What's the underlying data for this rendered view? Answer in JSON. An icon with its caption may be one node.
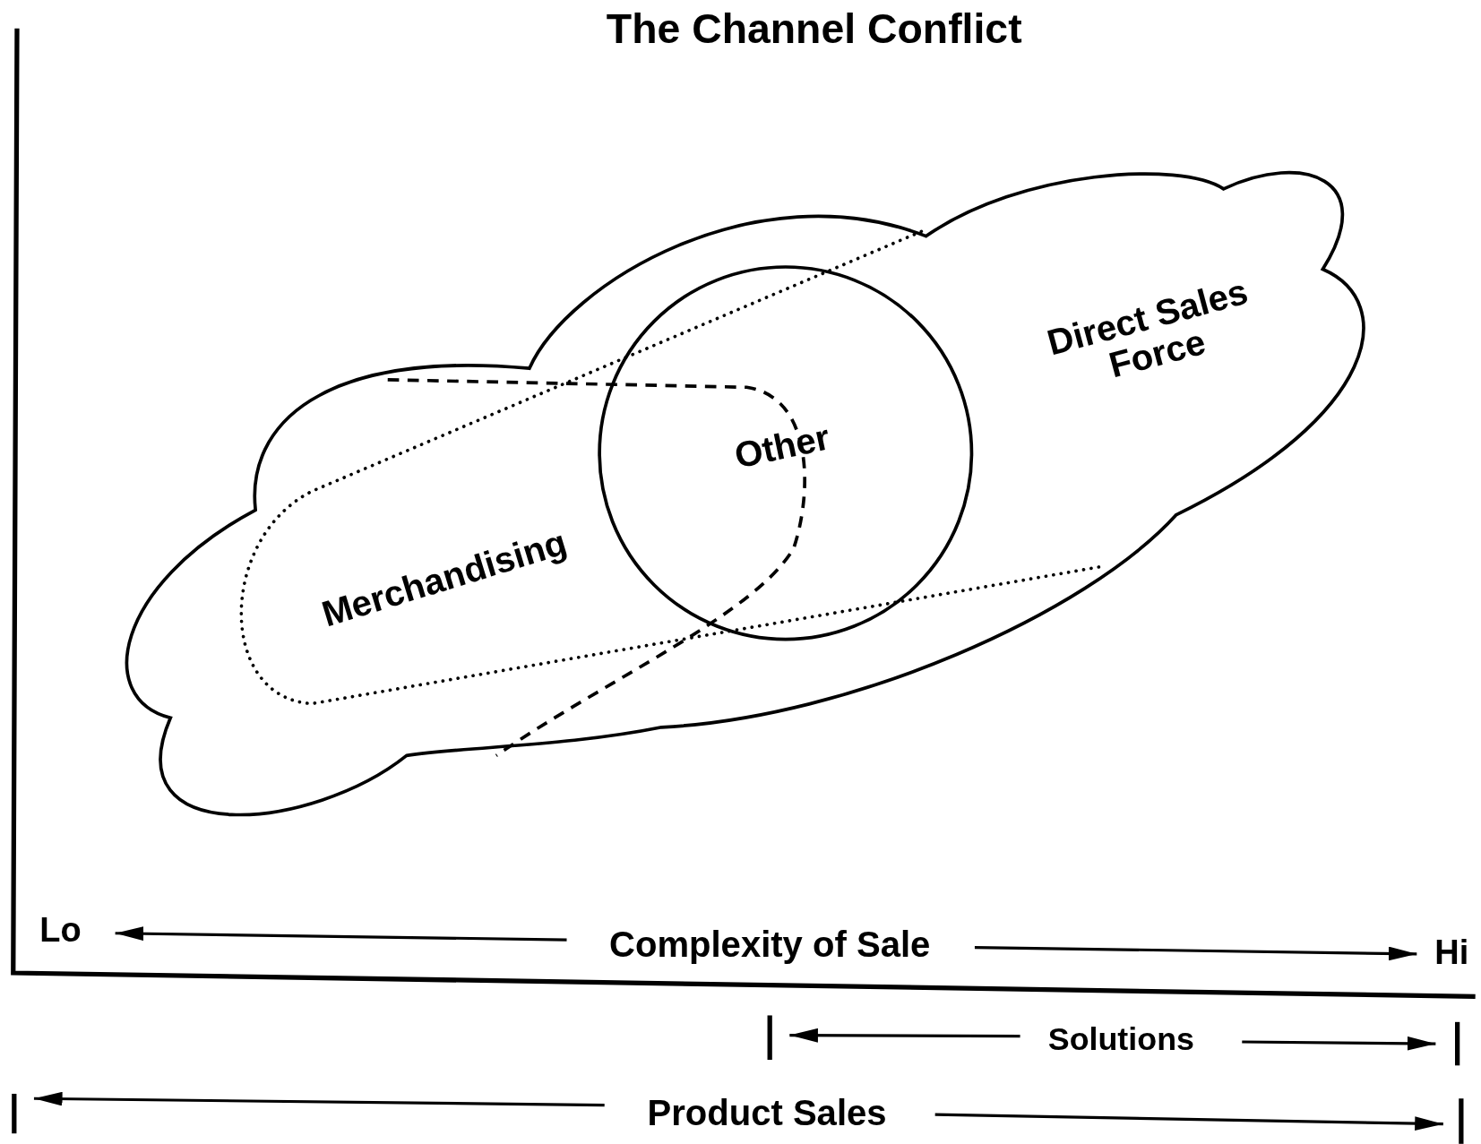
{
  "diagram": {
    "title": "The Channel Conflict",
    "nodes": [
      {
        "text": [
          "Direct Sales Force"
        ]
      },
      {
        "text": [
          "Merchandising"
        ],
        "in": 0
      },
      {
        "text": [
          "Other"
        ],
        "in": 0
      }
    ],
    "edges": [],
    "labels": [
      "Lo",
      "Complexity of Sale",
      "Hi",
      "Solutions",
      "Product Sales"
    ]
  }
}
